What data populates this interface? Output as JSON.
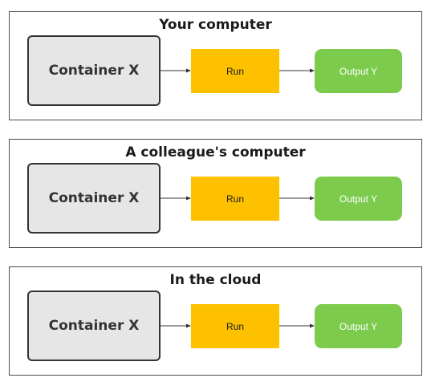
{
  "panels": [
    {
      "title": "Your computer",
      "container_label": "Container X",
      "run_label": "Run",
      "output_label": "Output Y"
    },
    {
      "title": "A colleague's computer",
      "container_label": "Container X",
      "run_label": "Run",
      "output_label": "Output Y"
    },
    {
      "title": "In the cloud",
      "container_label": "Container X",
      "run_label": "Run",
      "output_label": "Output Y"
    }
  ],
  "colors": {
    "container_fill": "#e6e6e6",
    "container_border": "#333333",
    "run_fill": "#fdc100",
    "output_fill": "#7ccb4c",
    "panel_border": "#4d4d4d",
    "arrow": "#333333"
  }
}
